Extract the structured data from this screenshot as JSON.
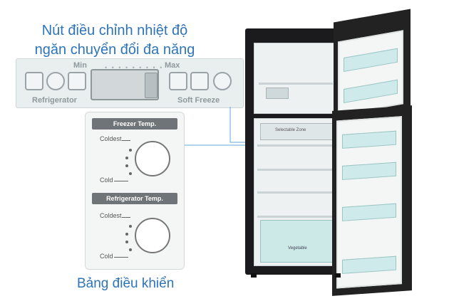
{
  "captions": {
    "top_line1": "Nút điều chỉnh nhiệt độ",
    "top_line2": "ngăn chuyển đổi đa năng",
    "bottom": "Bảng điều khiển"
  },
  "selector_strip": {
    "min_label": "Min",
    "max_label": "Max",
    "left_label": "Refrigerator",
    "right_label": "Soft Freeze",
    "dots": "• • • • • • • • •",
    "icons": [
      "can-icon",
      "cake-icon",
      "cup-icon",
      "meat-icon",
      "fish-icon",
      "food-bowl-icon"
    ]
  },
  "control_panel": {
    "freezer_title": "Freezer Temp.",
    "refrigerator_title": "Refrigerator Temp.",
    "coldest_label": "Coldest",
    "cold_label": "Cold"
  },
  "fridge_labels": {
    "selectable_zone": "Selectable Zone",
    "vegetable": "Vegetable"
  },
  "colors": {
    "caption_blue": "#2e74b8",
    "fridge_body": "#1b1b1d",
    "pointer_line": "#5ea7d6"
  }
}
